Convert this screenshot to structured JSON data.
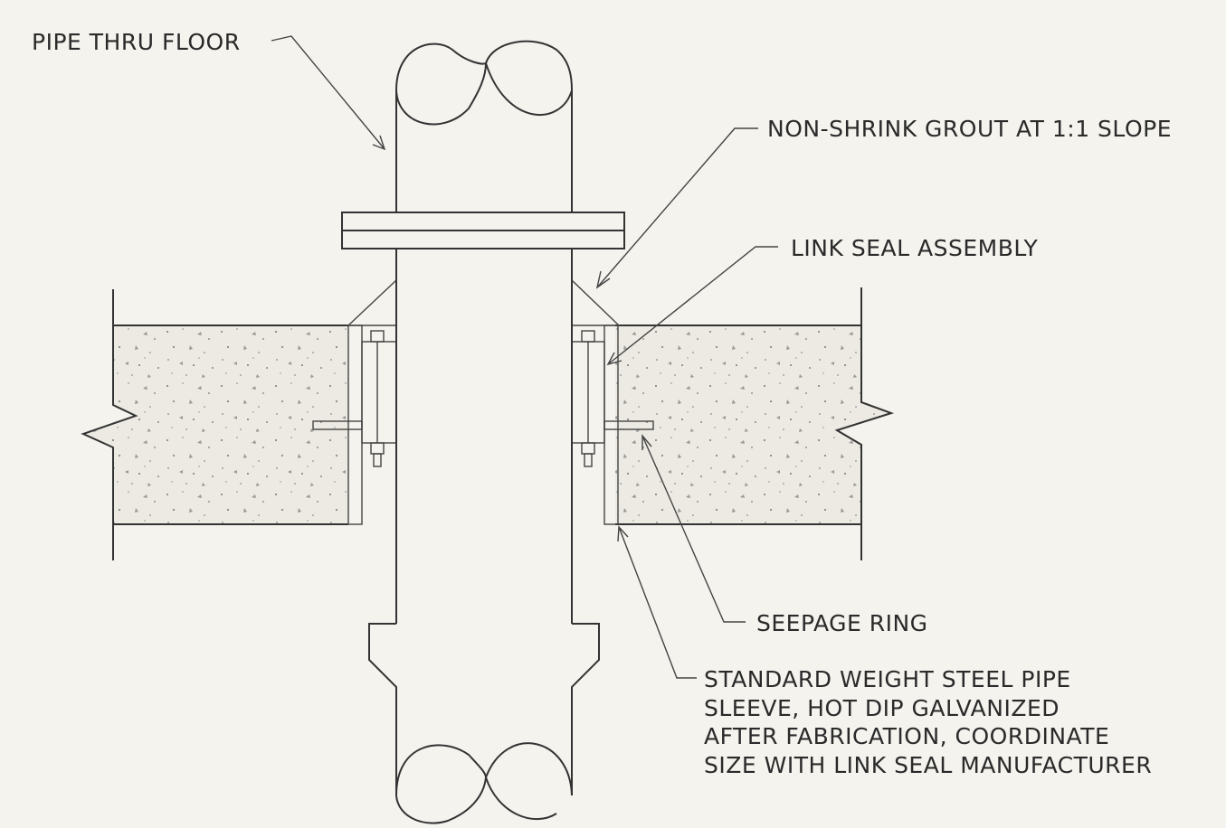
{
  "labels": {
    "pipe_thru_floor": "PIPE THRU FLOOR",
    "grout": "NON-SHRINK GROUT AT 1:1 SLOPE",
    "link_seal": "LINK SEAL ASSEMBLY",
    "seepage_ring": "SEEPAGE RING",
    "sleeve": [
      "STANDARD WEIGHT STEEL PIPE",
      "SLEEVE, HOT DIP GALVANIZED",
      "AFTER FABRICATION, COORDINATE",
      "SIZE WITH LINK SEAL MANUFACTURER"
    ]
  }
}
